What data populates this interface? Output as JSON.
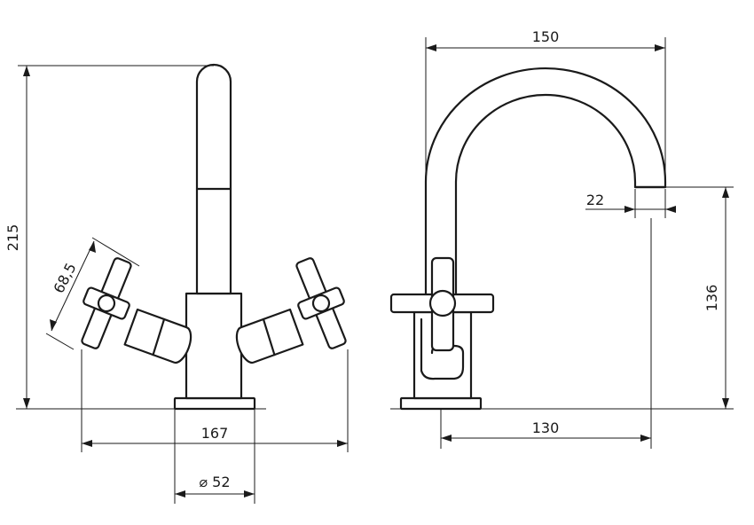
{
  "dimensions": {
    "overall_height": "215",
    "handle_length": "68,5",
    "overall_width": "167",
    "base_diameter": "⌀ 52",
    "spout_reach": "150",
    "spout_outlet": "22",
    "outlet_height": "136",
    "outlet_projection": "130"
  },
  "colors": {
    "line": "#1a1a1a",
    "background": "#ffffff"
  }
}
